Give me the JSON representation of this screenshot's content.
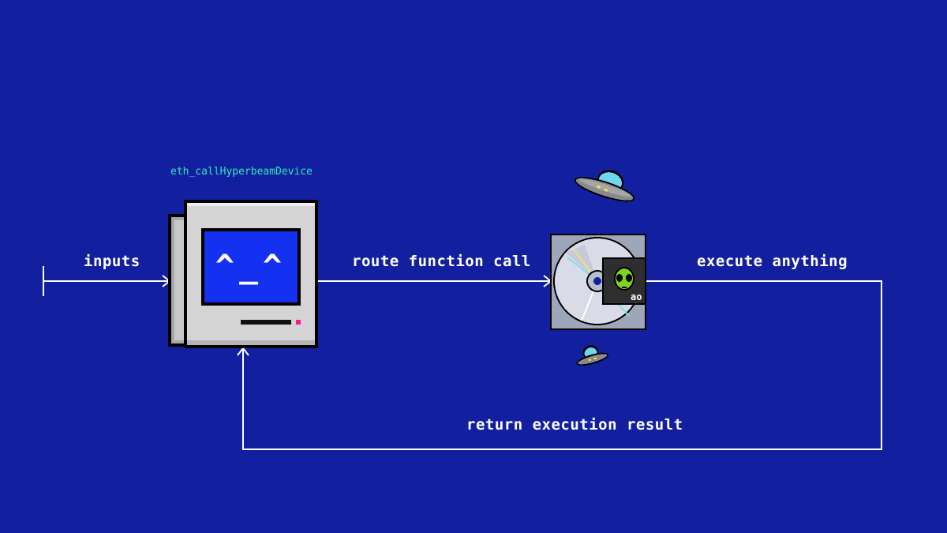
{
  "diagram": {
    "device_name": "eth_callHyperbeamDevice",
    "edges": {
      "inputs": "inputs",
      "route": "route function call",
      "execute": "execute anything",
      "return": "return execution result"
    },
    "nodes": {
      "computer_face": "^_^",
      "disc_badge": "ao"
    }
  },
  "colors": {
    "background": "#1220a0",
    "line": "#ffffff",
    "device_label": "#2ee6b8",
    "screen": "#1430f0",
    "computer_body": "#d4d4d4",
    "power_led": "#ff1a8c",
    "alien": "#7ed321",
    "ufo_dome": "#6fd6f0"
  },
  "icons": {
    "computer": "retro-computer-icon",
    "disc": "cd-disc-icon",
    "alien": "alien-icon",
    "ufo": "ufo-icon"
  }
}
